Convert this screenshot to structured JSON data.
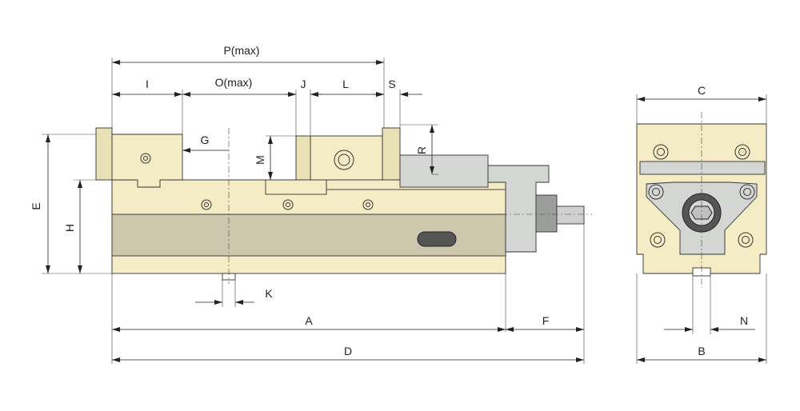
{
  "colors": {
    "body_cream": "#f3ecc4",
    "body_band": "#cdc7ad",
    "steel_gray": "#d4d6d4",
    "dark_slot": "#555555",
    "line": "#333333"
  },
  "labels": {
    "P_max": "P(max)",
    "I": "I",
    "O_max": "O(max)",
    "J": "J",
    "L": "L",
    "S": "S",
    "G": "G",
    "M": "M",
    "R": "R",
    "E": "E",
    "H": "H",
    "K": "K",
    "A": "A",
    "F": "F",
    "D": "D",
    "C": "C",
    "N": "N",
    "B": "B"
  }
}
